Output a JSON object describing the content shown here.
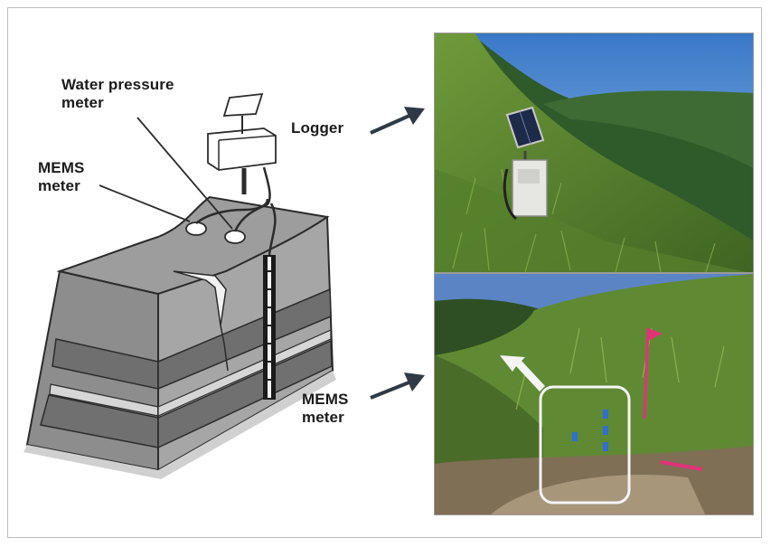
{
  "labels": {
    "water_pressure_line1": "Water pressure",
    "water_pressure_line2": "meter",
    "mems_left_line1": "MEMS",
    "mems_left_line2": "meter",
    "logger": "Logger",
    "mems_right_line1": "MEMS",
    "mems_right_line2": "meter"
  },
  "colors": {
    "soil_top": "#9d9d9d",
    "soil_dark": "#6f6f6f",
    "soil_mid": "#b4b4b4",
    "soil_light": "#d9d9d9",
    "outline": "#2b2b2b",
    "arrow": "#2f3a46",
    "highlight_box": "#f4f4f4"
  },
  "icons": [
    "arrow-right-icon",
    "solar-panel-icon",
    "logger-box-icon",
    "sensor-disc-icon",
    "borehole-icon"
  ]
}
